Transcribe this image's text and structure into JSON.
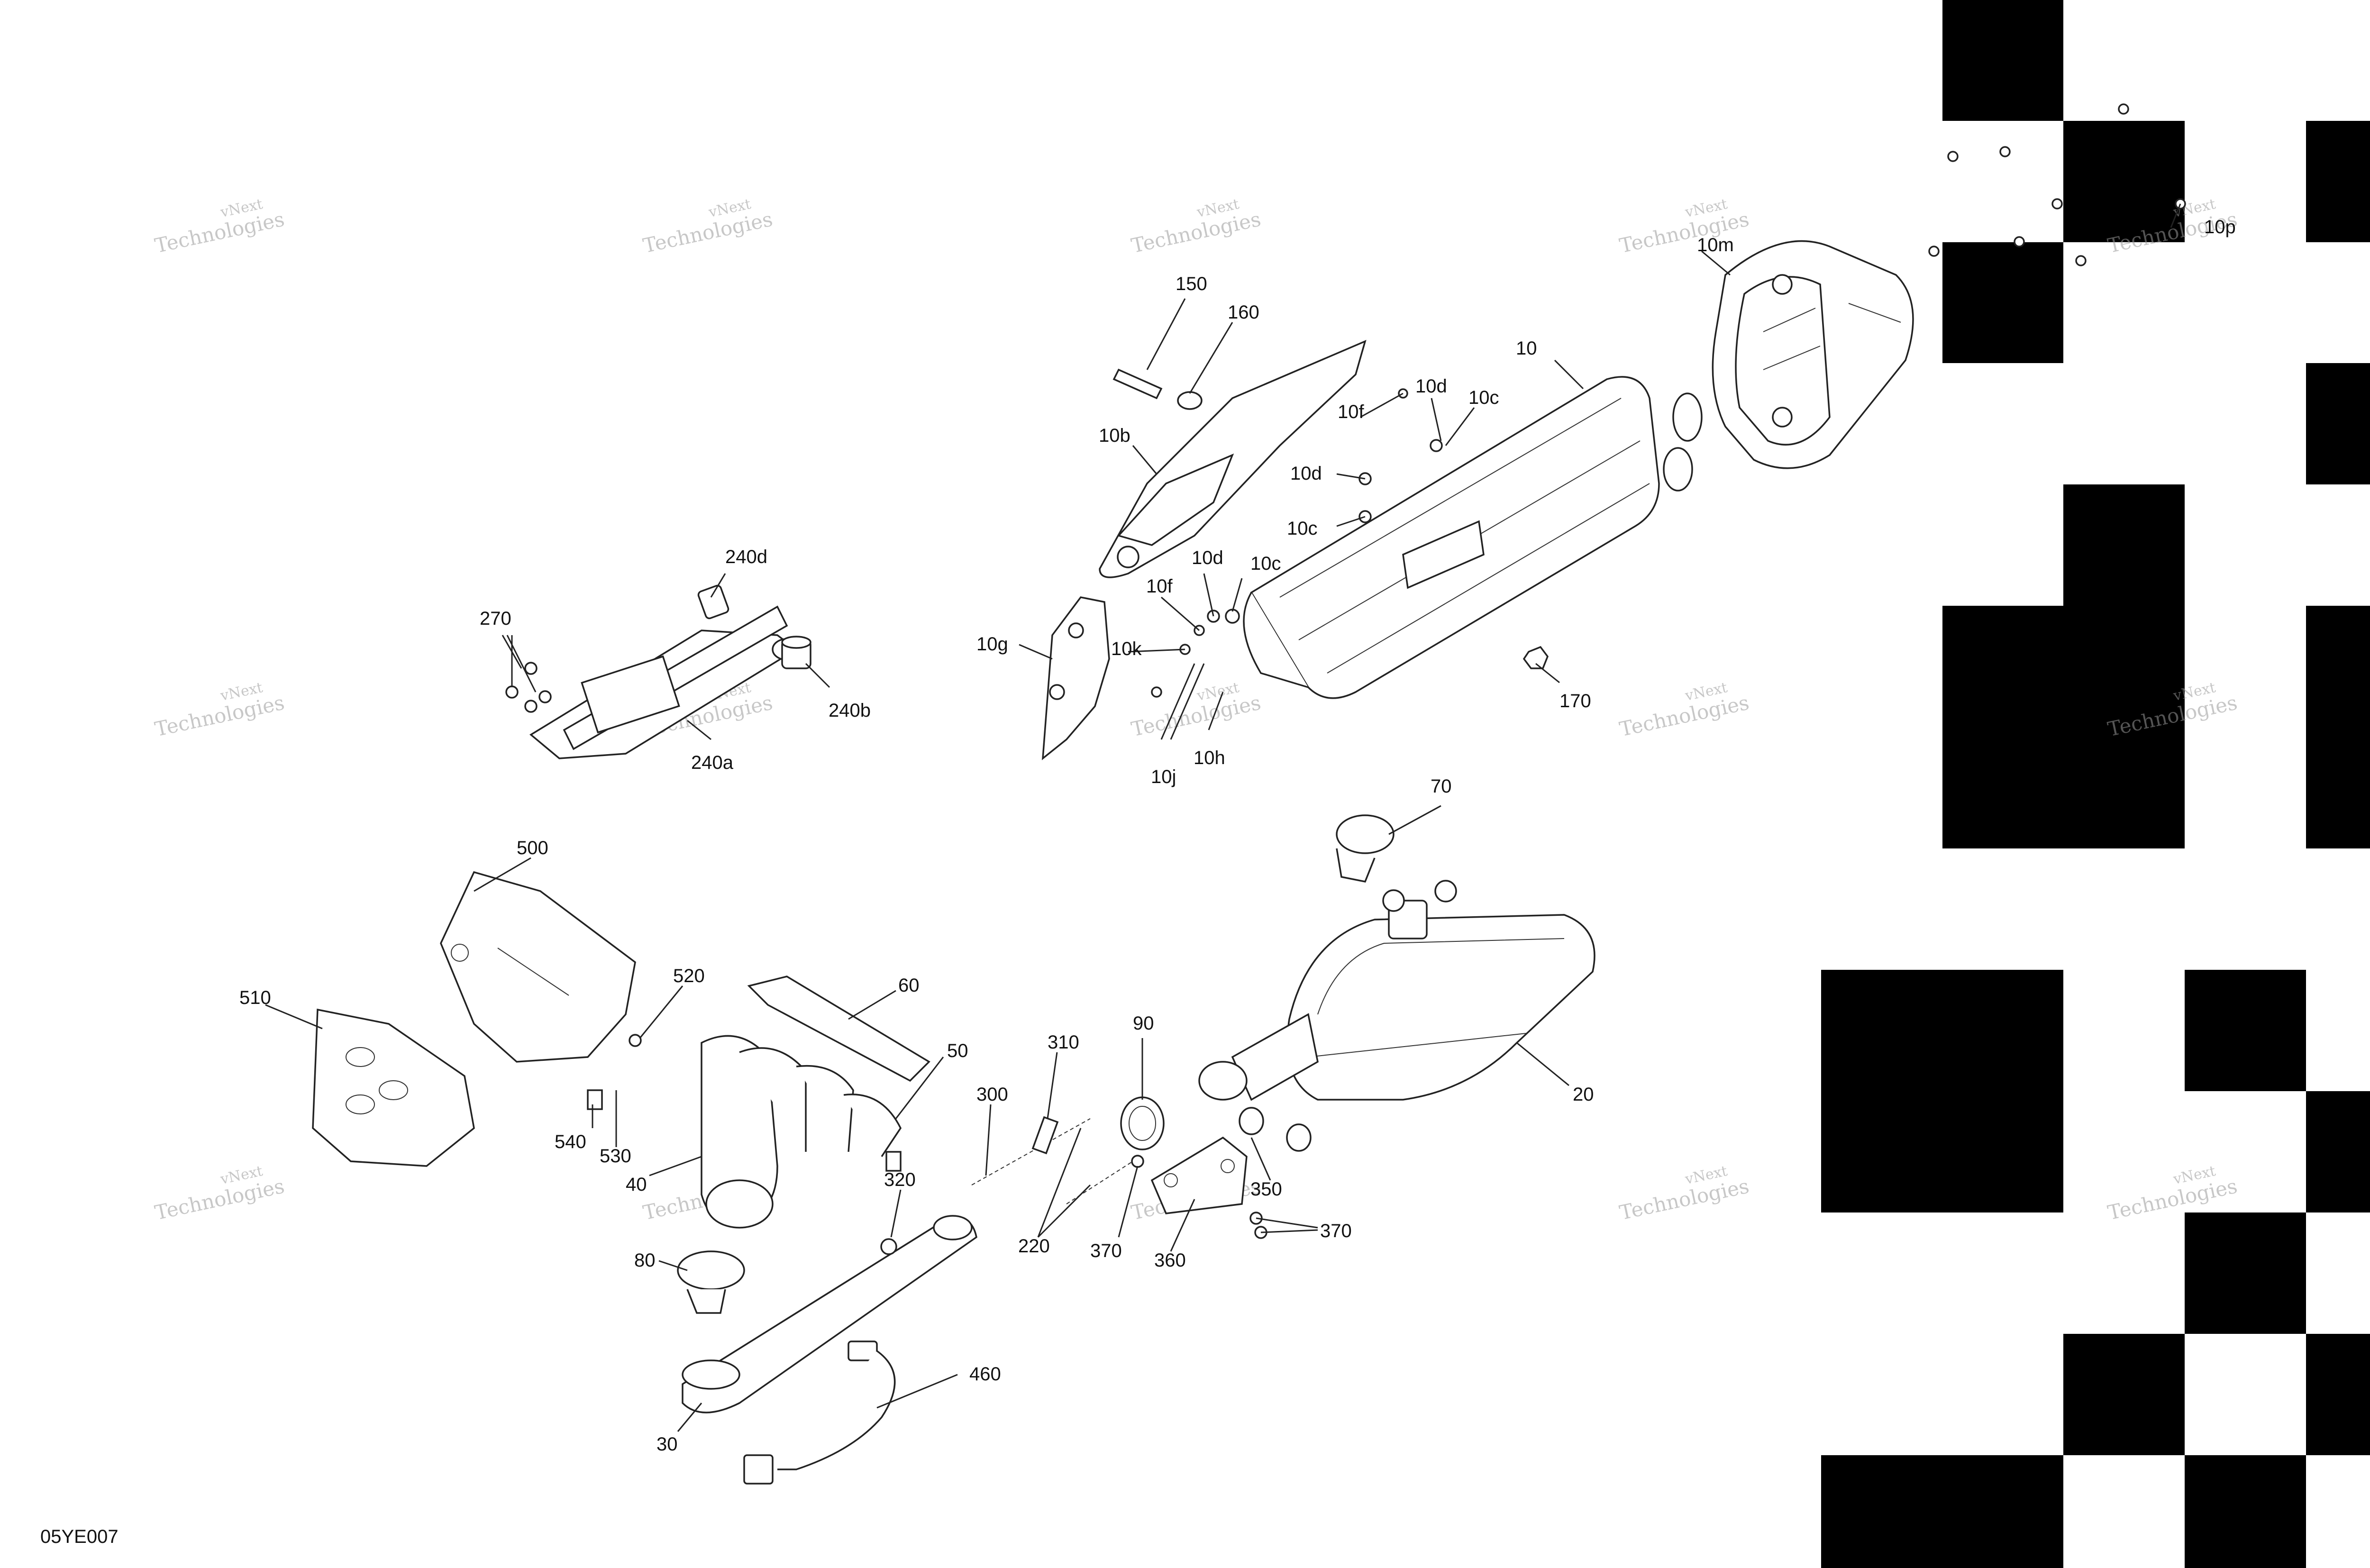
{
  "document_id": "05YE007",
  "watermark": {
    "line1": "vNext",
    "line2": "Technologies"
  },
  "callouts": [
    "10",
    "10b",
    "10c",
    "10c",
    "10c",
    "10d",
    "10d",
    "10d",
    "10f",
    "10f",
    "10g",
    "10h",
    "10j",
    "10k",
    "10m",
    "10p",
    "20",
    "30",
    "40",
    "50",
    "60",
    "70",
    "80",
    "90",
    "150",
    "160",
    "170",
    "220",
    "240a",
    "240b",
    "240d",
    "270",
    "300",
    "310",
    "320",
    "350",
    "360",
    "370",
    "370",
    "460",
    "500",
    "510",
    "520",
    "530",
    "540"
  ]
}
